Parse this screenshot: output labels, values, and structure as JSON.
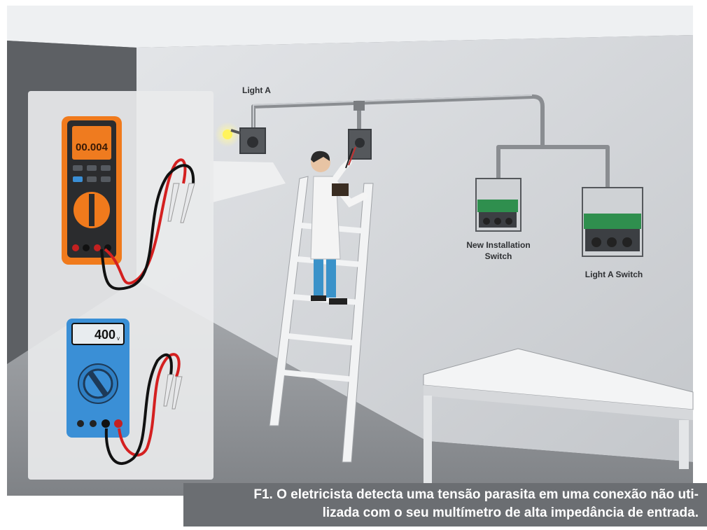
{
  "labels": {
    "light_a": "Light A",
    "new_installation_switch_line1": "New Installation",
    "new_installation_switch_line2": "Switch",
    "light_a_switch": "Light A Switch"
  },
  "meters": {
    "digital_reading": "00.004",
    "analog_reading": "400",
    "analog_unit": "v"
  },
  "caption": {
    "line1": "F1. O eletricista detecta uma tensão parasita em uma conexão não uti-",
    "line2": "lizada com o seu multímetro de alta impedância de entrada."
  },
  "colors": {
    "wall": "#d3d5d8",
    "floor": "#9c9fa3",
    "caption_bg": "#6b6e72",
    "meter_orange": "#f07a1c",
    "meter_blue": "#3a8fd6",
    "probe_red": "#d42020",
    "labcoat": "#f4f4f4",
    "jeans": "#3a92c9"
  }
}
